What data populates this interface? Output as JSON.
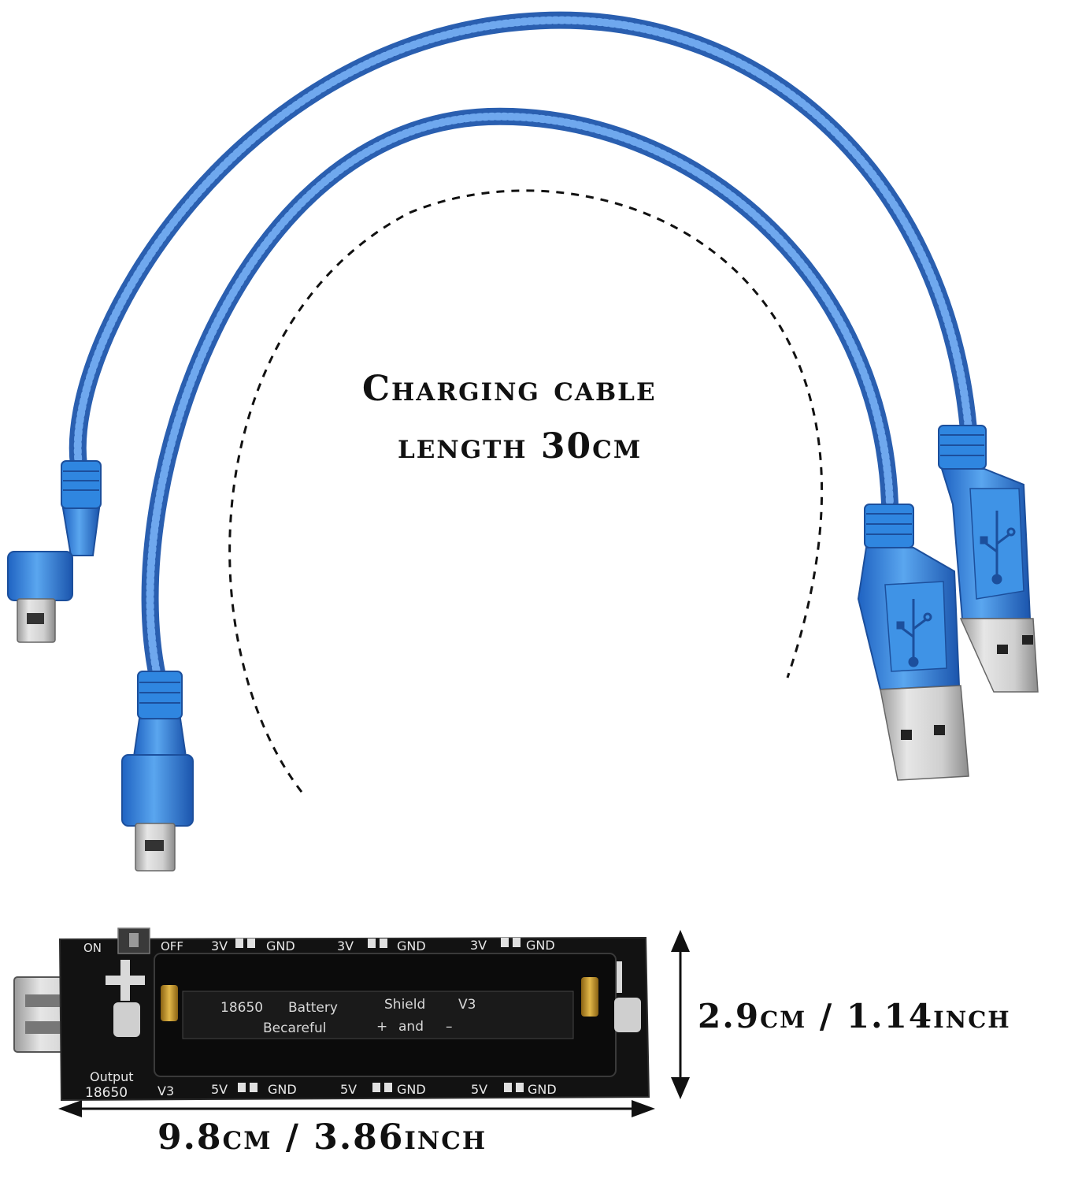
{
  "captions": {
    "cable_line1": "Charging cable",
    "cable_line2": "length 30cm",
    "board_height": "2.9cm / 1.14inch",
    "board_width": "9.8cm / 3.86inch"
  },
  "pcb": {
    "switch_on": "ON",
    "switch_off": "OFF",
    "top_pins": [
      {
        "volt": "3V",
        "gnd": "GND"
      },
      {
        "volt": "3V",
        "gnd": "GND"
      },
      {
        "volt": "3V",
        "gnd": "GND"
      }
    ],
    "bottom_pins": [
      {
        "volt": "5V",
        "gnd": "GND"
      },
      {
        "volt": "5V",
        "gnd": "GND"
      },
      {
        "volt": "5V",
        "gnd": "GND"
      }
    ],
    "output_label": "Output",
    "model_label": "18650",
    "version_label": "V3",
    "battery_line1": {
      "a": "18650",
      "b": "Battery",
      "c": "Shield",
      "d": "V3"
    },
    "battery_line2": {
      "a": "Becareful",
      "b": "+",
      "c": "and",
      "d": "–"
    }
  },
  "colors": {
    "cable": "#3d7fd6",
    "cable_dark": "#2a5fb0",
    "connector": "#2f86e0",
    "pcb": "#121212",
    "metal": "#d0d0d0",
    "brass": "#c89a2a"
  }
}
